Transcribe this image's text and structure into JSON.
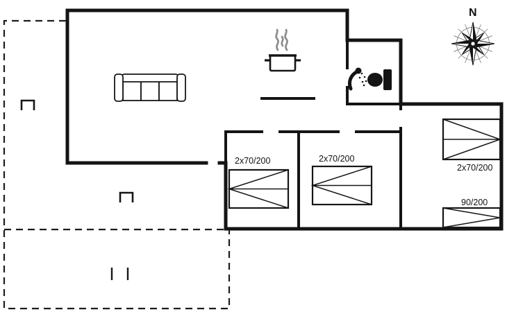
{
  "floorplan": {
    "compass": {
      "label": "N"
    },
    "bed_labels": {
      "bed1": "2x70/200",
      "bed2": "2x70/200",
      "bed3": "2x70/200",
      "bed4": "90/200"
    },
    "colors": {
      "wall": "#141414",
      "steam": "#8e8e8e",
      "compass_detail": "#6b6b6b",
      "background": "#ffffff"
    },
    "icons": {
      "sofa": "sofa-icon",
      "cooking_pot": "cooking-pot-icon",
      "steam": "steam-icon",
      "shower": "shower-icon",
      "toilet": "toilet-icon",
      "compass_rose": "compass-rose-icon",
      "terrace_posts": "terrace-post-icon",
      "terrace_steps": "terrace-step-marks-icon"
    }
  }
}
